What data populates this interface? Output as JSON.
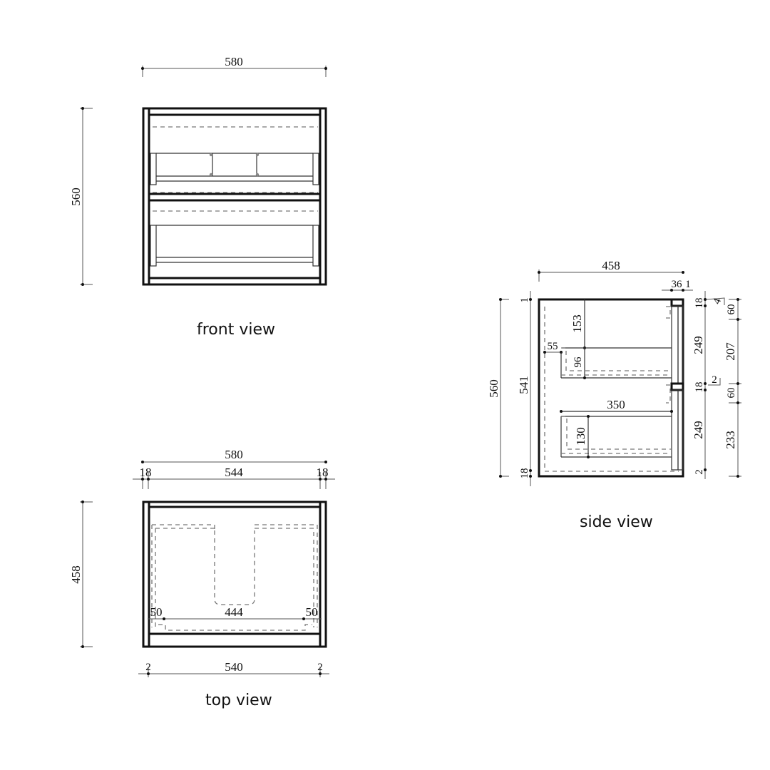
{
  "front_view": {
    "caption": "front view",
    "width_label": "580",
    "height_label": "560"
  },
  "top_view": {
    "caption": "top view",
    "overall_width": "580",
    "left_panel": "18",
    "inner_width": "544",
    "right_panel": "18",
    "depth": "458",
    "left_offset": "50",
    "span": "444",
    "right_offset": "50",
    "bottom_left_gap": "2",
    "bottom_width": "540",
    "bottom_right_gap": "2"
  },
  "side_view": {
    "caption": "side view",
    "depth": "458",
    "front_36": "36",
    "front_1": "1",
    "height": "560",
    "inner_height": "541",
    "bottom_18": "18",
    "top_gap": "1",
    "drawer1_153": "153",
    "drawer1_55": "55",
    "drawer1_96": "96",
    "drawer2_350": "350",
    "drawer2_130": "130",
    "right_18_top": "18",
    "right_4": "4",
    "right_249_top": "249",
    "right_18_mid": "18",
    "right_2_mid": "2",
    "right_249_bottom": "249",
    "right_2_bottom": "2",
    "far_60_top": "60",
    "far_207": "207",
    "far_60_mid": "60",
    "far_233": "233"
  }
}
